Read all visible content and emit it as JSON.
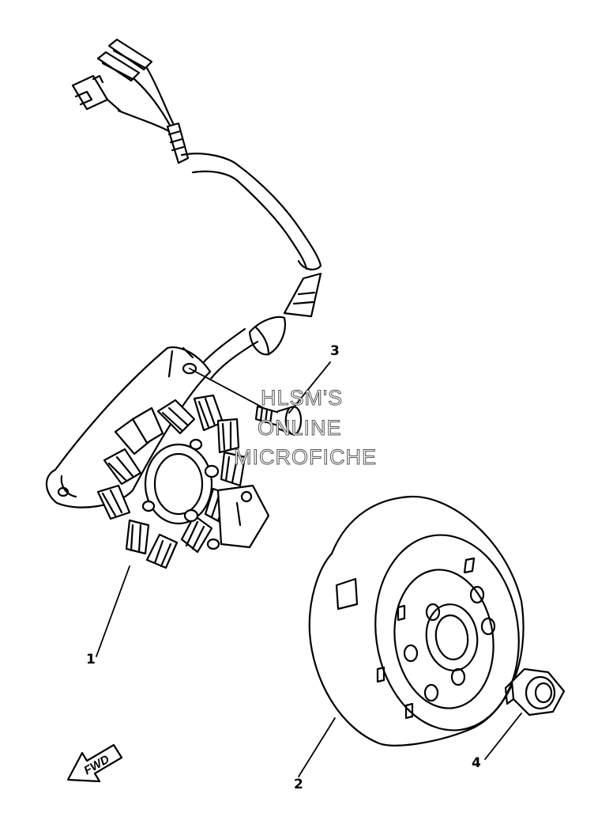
{
  "diagram": {
    "callouts": [
      {
        "id": "1",
        "label": "1"
      },
      {
        "id": "2",
        "label": "2"
      },
      {
        "id": "3",
        "label": "3"
      },
      {
        "id": "4",
        "label": "4"
      }
    ],
    "watermark": {
      "line1": "HLSM'S",
      "line2": "ONLINE",
      "line3": "MICROFICHE"
    },
    "fwd_label": "FWD"
  }
}
